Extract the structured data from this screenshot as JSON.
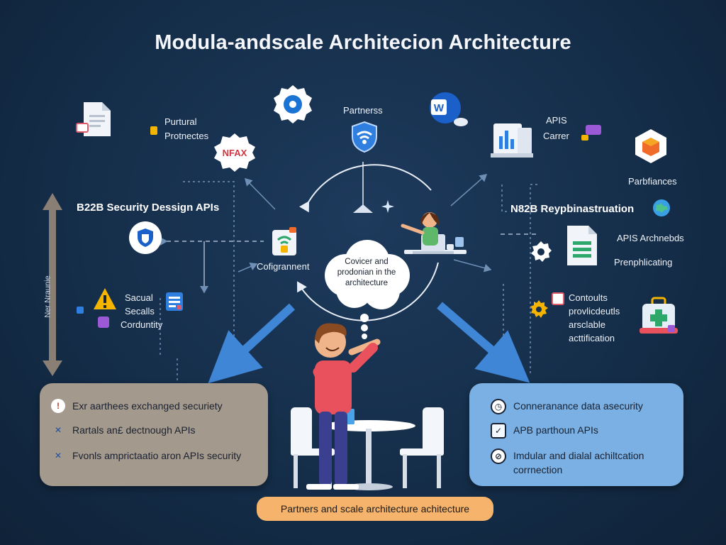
{
  "title": "Modula-andscale Architecion Architecture",
  "nodes": {
    "partners_top": "Partnerss",
    "partural": [
      "Purtural",
      "Protnectes"
    ],
    "nfax": "NFAX",
    "apis_carrer": [
      "APIS",
      "Carrer"
    ],
    "performances": "Parbfiances",
    "b2b_security": "B22B Security Dessign APIs",
    "n2b": "N82B Reypbinastruation",
    "configuration": "Cofigrannent",
    "thought": [
      "Covicer and",
      "prodonian in the",
      "architecture"
    ],
    "social": [
      "Sacual",
      "Secalls",
      "Corduntity"
    ],
    "apis_archebds": "APIS Archnebds",
    "prenbilitating": "Prenphlicating",
    "contoults": [
      "Contoults",
      "provlicdeutls",
      "arsclable",
      "acttification"
    ],
    "side_label": "Ner Nraunie"
  },
  "left_panel": {
    "items": [
      {
        "icon": "exclamation-icon",
        "glyph": "!",
        "color": "#c0392b",
        "text": "Exr aarthees exchanged securiety"
      },
      {
        "icon": "cross-icon",
        "glyph": "✕",
        "color": "#1f4fa8",
        "text": "Rartals an£ dectnough APIs"
      },
      {
        "icon": "cross-icon",
        "glyph": "✕",
        "color": "#1f4fa8",
        "text": "Fvonls amprictaatio aron APIs security"
      }
    ]
  },
  "right_panel": {
    "items": [
      {
        "icon": "clock-icon",
        "glyph": "◷",
        "text": "Conneranance data asecurity"
      },
      {
        "icon": "check-icon",
        "glyph": "✓",
        "text": "APB parthoun APIs"
      },
      {
        "icon": "link-icon",
        "glyph": "⊘",
        "text": "Imdular and dialal achiltcation\ncorrnection"
      }
    ]
  },
  "footer": "Partners and scale architecture achitecture",
  "colors": {
    "background": "#16304d",
    "left_panel": "#a4998d",
    "right_panel": "#7ab0e3",
    "footer": "#f5b36b",
    "arrow_blue": "#3f86d6",
    "dashed_line": "#6f8fb5"
  }
}
